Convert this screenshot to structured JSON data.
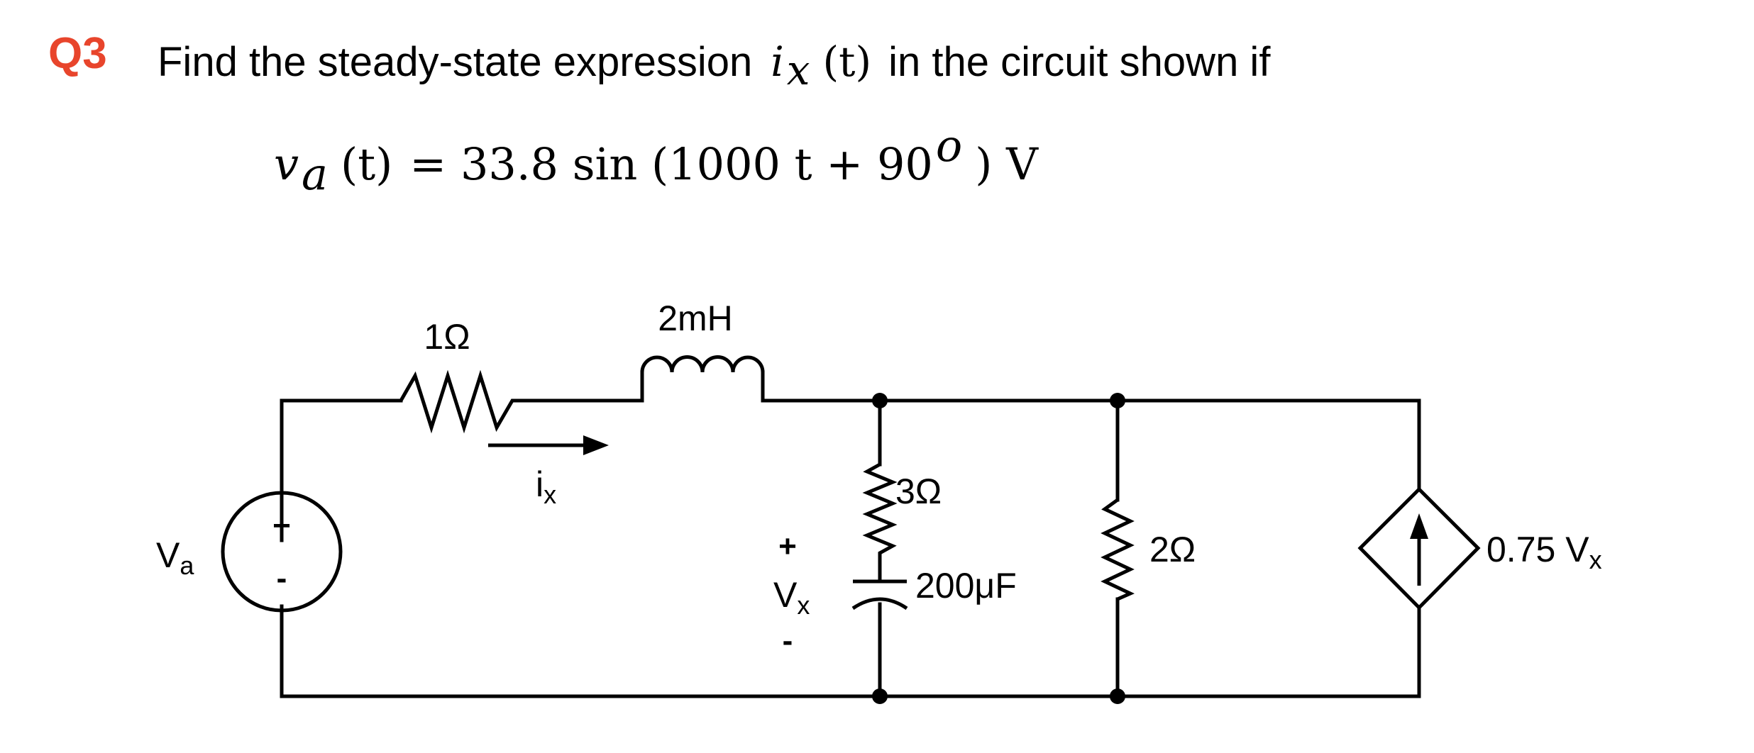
{
  "question": {
    "number": "Q3",
    "text_before": "Find the steady-state expression",
    "var_main": "i",
    "var_sub": "x",
    "var_arg": "(t)",
    "text_after": "in the circuit shown if"
  },
  "equation": {
    "lhs_main": "v",
    "lhs_sub": "a",
    "lhs_arg": "(t)",
    "rhs": "= 33.8 sin (1000 t + 90",
    "degree_sup": "o",
    "tail": ")  V"
  },
  "circuit": {
    "source_label_main": "V",
    "source_label_sub": "a",
    "source_plus": "+",
    "source_minus": "-",
    "resistor_1": "1Ω",
    "inductor": "2mH",
    "current_label_main": "i",
    "current_label_sub": "x",
    "resistor_3": "3Ω",
    "capacitor": "200μF",
    "vx_plus": "+",
    "vx_label_main": "V",
    "vx_label_sub": "x",
    "vx_minus": "-",
    "resistor_2": "2Ω",
    "dependent_source_label_main": "0.75 V",
    "dependent_source_label_sub": "x"
  }
}
